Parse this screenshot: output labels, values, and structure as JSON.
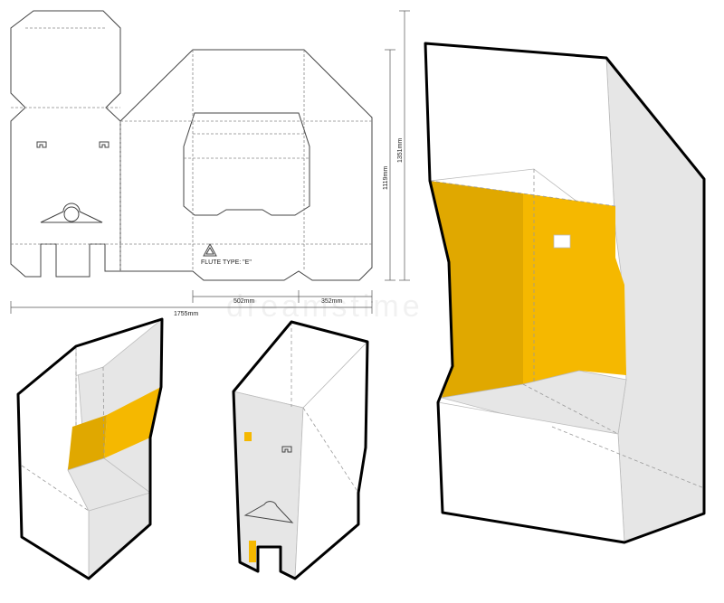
{
  "dieline": {
    "dim_total_width": "1755mm",
    "dim_segment_a": "502mm",
    "dim_segment_b": "352mm",
    "dim_height_inner": "1119mm",
    "dim_height_outer": "1351mm",
    "flute_label": "FLUTE TYPE: \"E\""
  },
  "watermark": "dreamstime",
  "colors": {
    "interior_dark": "#e0a800",
    "interior_light": "#f5b800",
    "box_side": "#e6e6e6",
    "box_front": "#ffffff",
    "outline": "#000000"
  }
}
